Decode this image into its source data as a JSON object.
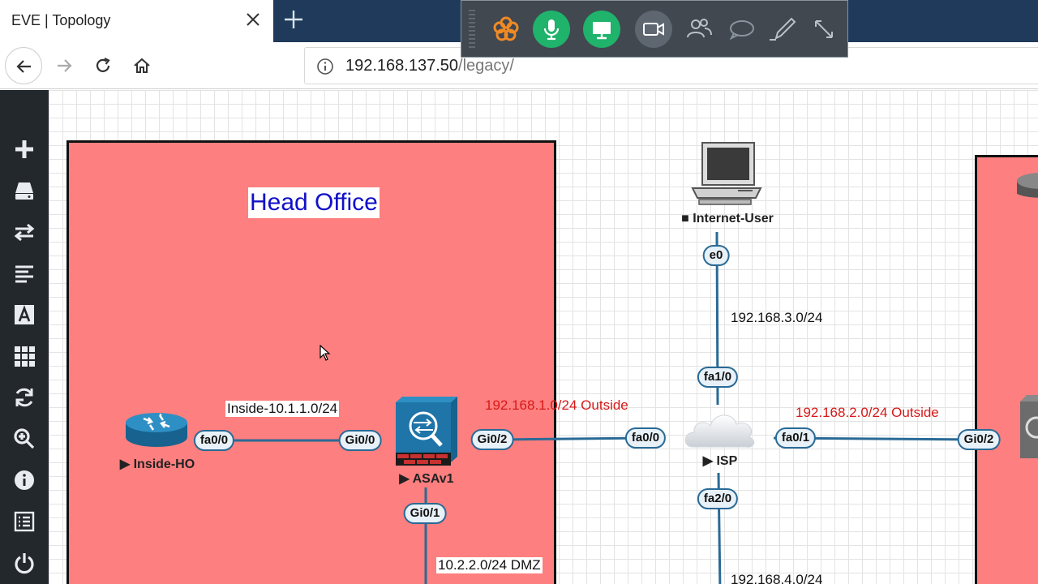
{
  "browser": {
    "tab_title": "EVE | Topology",
    "url_host": "192.168.137.50",
    "url_path": "/legacy/"
  },
  "share_panel": {
    "buttons": [
      "app-logo-icon",
      "microphone-icon",
      "screen-share-icon",
      "camera-icon",
      "participants-icon",
      "chat-icon",
      "annotate-icon",
      "expand-icon"
    ],
    "colors": {
      "active": "#1fb36b",
      "inactive": "#5e6670",
      "logo": "#f08a24"
    }
  },
  "sidebar": {
    "items": [
      "add-icon",
      "nodes-icon",
      "networks-icon",
      "startup-configs-icon",
      "text-icon",
      "status-icon",
      "refresh-icon",
      "zoom-icon",
      "info-icon",
      "list-icon",
      "power-icon"
    ]
  },
  "topology": {
    "zones": {
      "head_office": {
        "title": "Head Office"
      }
    },
    "nodes": {
      "inside_ho": {
        "label": "Inside-HO",
        "state": "stopped",
        "type": "router"
      },
      "asav1": {
        "label": "ASAv1",
        "state": "stopped",
        "type": "firewall"
      },
      "isp": {
        "label": "ISP",
        "state": "stopped",
        "type": "cloud"
      },
      "internet_user": {
        "label": "Internet-User",
        "state": "stopped",
        "type": "pc"
      }
    },
    "interfaces": {
      "inside_fa00": "fa0/0",
      "asa_gi00": "Gi0/0",
      "asa_gi02": "Gi0/2",
      "asa_gi01": "Gi0/1",
      "isp_fa00": "fa0/0",
      "isp_fa10": "fa1/0",
      "isp_fa01": "fa0/1",
      "isp_fa20": "fa2/0",
      "user_e0": "e0",
      "remote_gi02": "Gi0/2"
    },
    "networks": {
      "inside": "Inside-10.1.1.0/24",
      "outside1": "192.168.1.0/24 Outside",
      "outside2": "192.168.2.0/24 Outside",
      "user_net": "192.168.3.0/24",
      "dmz": "10.2.2.0/24 DMZ",
      "net4": "192.168.4.0/24"
    },
    "colors": {
      "zone": "#fd7f7f",
      "link": "#2a6a96",
      "outside_label": "#d81818",
      "zone_title": "#1010c8"
    }
  }
}
